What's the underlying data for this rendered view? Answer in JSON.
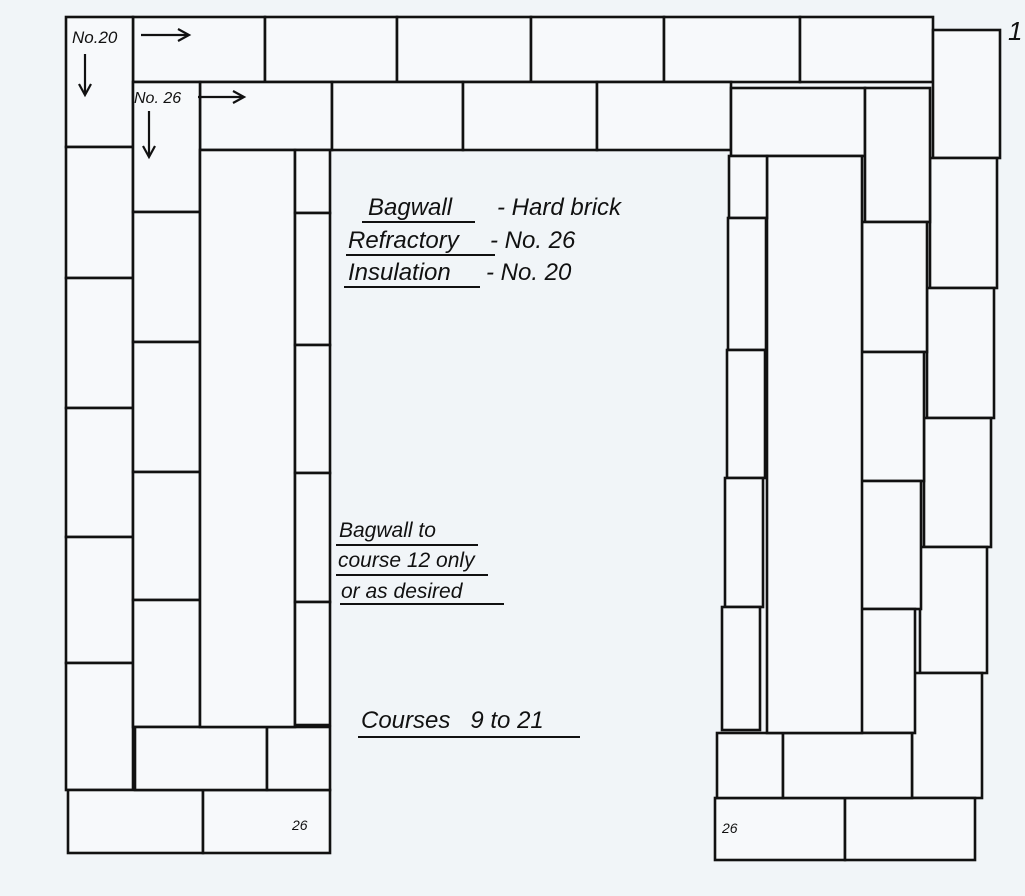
{
  "page_number": "1",
  "labels": {
    "no20": "No.20",
    "no26": "No. 26",
    "brick_26_left": "26",
    "brick_26_right": "26"
  },
  "legend": {
    "bagwall_label": "Bagwall",
    "bagwall_value": "- Hard brick",
    "refractory_label": "Refractory",
    "refractory_value": "- No. 26",
    "insulation_label": "Insulation",
    "insulation_value": "- No. 20"
  },
  "notes": {
    "bagwall_line1": "Bagwall to",
    "bagwall_line2": "course 12 only",
    "bagwall_line3": "or as desired",
    "courses": "Courses   9 to 21"
  }
}
